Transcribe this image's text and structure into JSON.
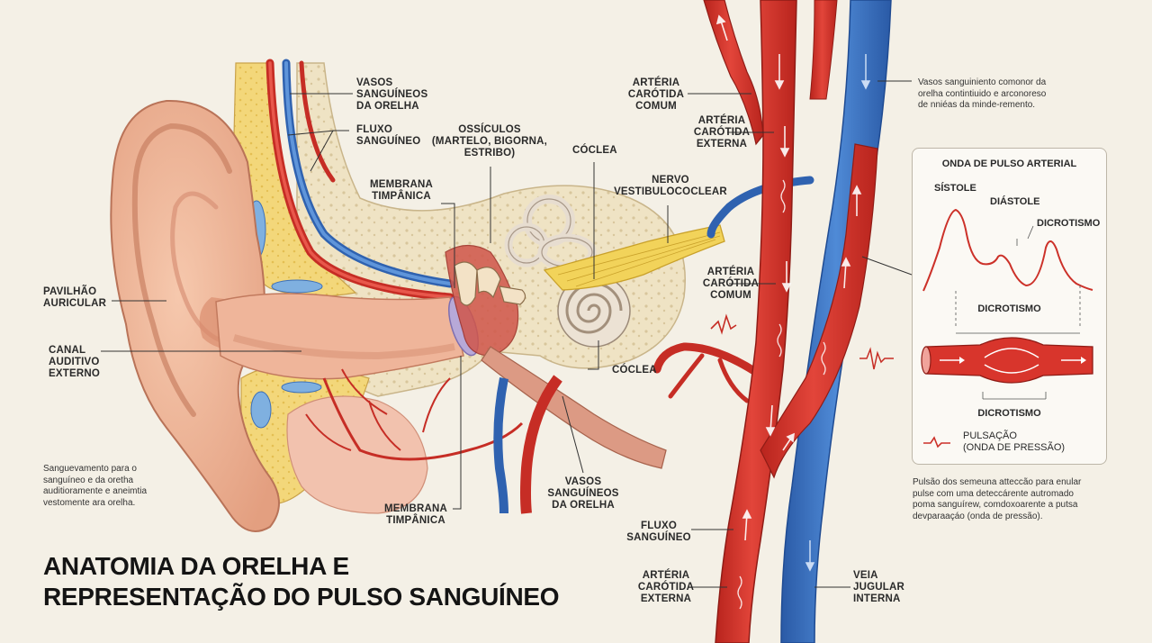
{
  "title": "ANATOMIA DA ORELHA E\nREPRESENTAÇÃO DO PULSO SANGUÍNEO",
  "labels": {
    "vasos_top": "VASOS\nSANGUÍNEOS\nDA ORELHA",
    "fluxo_top": "FLUXO\nSANGUÍNEO",
    "ossiculos": "OSSÍCULOS\n(MARTELO, BIGORNA,\nESTRIBO)",
    "membrana_top": "MEMBRANA\nTIMPÂNICA",
    "coclea_top": "CÓCLEA",
    "nervo": "NERVO\nVESTIBULOCOCLEAR",
    "pavilhao": "PAVILHÃO\nAURICULAR",
    "canal": "CANAL\nAUDITIVO\nEXTERNO",
    "coclea_bottom": "CÓCLEA",
    "membrana_bottom": "MEMBRANA\nTIMPÂNICA",
    "vasos_bottom": "VASOS\nSANGUÍNEOS\nDA ORELHA",
    "arteria_comum_top": "ARTÉRIA\nCARÓTIDA\nCOMUM",
    "arteria_externa_top": "ARTÉRIA\nCARÓTIDA\nEXTERNA",
    "arteria_comum_mid": "ARTÉRIA\nCARÓTIDA\nCOMUM",
    "fluxo_bottom": "FLUXO\nSANGUÍNEO",
    "arteria_externa_bottom": "ARTÉRIA\nCARÓTIDA\nEXTERNA",
    "veia": "VEIA\nJUGULAR\nINTERNA"
  },
  "notes": {
    "top_right": "Vasos sanguiniento comonor da\norelha contintiuido e arconoreso\nde nniéas da minde-remento.",
    "left": "Sanguevamento para o\nsanguíneo e da oretha\nauditioramente e aneimtia\nvestomente ara orelha.",
    "bottom_right": "Pulsão dos semeuna atteccão para enular\npulse com uma deteccárente autromado\npoma sanguírew, comdoxoarente a putsa\ndevparaaçáo (onda de pressão)."
  },
  "pulse_panel": {
    "title": "ONDA DE PULSO ARTERIAL",
    "sistole": "SÍSTOLE",
    "diastole": "DIÁSTOLE",
    "dicrotismo_1": "DICROTISMO",
    "dicrotismo_2": "DICROTISMO",
    "dicrotismo_3": "DICROTISMO",
    "legend": "PULSAÇÃO\n(ONDA DE PRESSÃO)"
  },
  "colors": {
    "artery": "#d9342b",
    "artery_dark": "#a41f1a",
    "vein": "#3b74c4",
    "vein_dark": "#22509a",
    "skin": "#f0b89a",
    "skin_dark": "#c9846a",
    "bone": "#efe3c4",
    "fat": "#f3d77a",
    "nerve": "#f2d35a",
    "background": "#f4f0e6"
  }
}
